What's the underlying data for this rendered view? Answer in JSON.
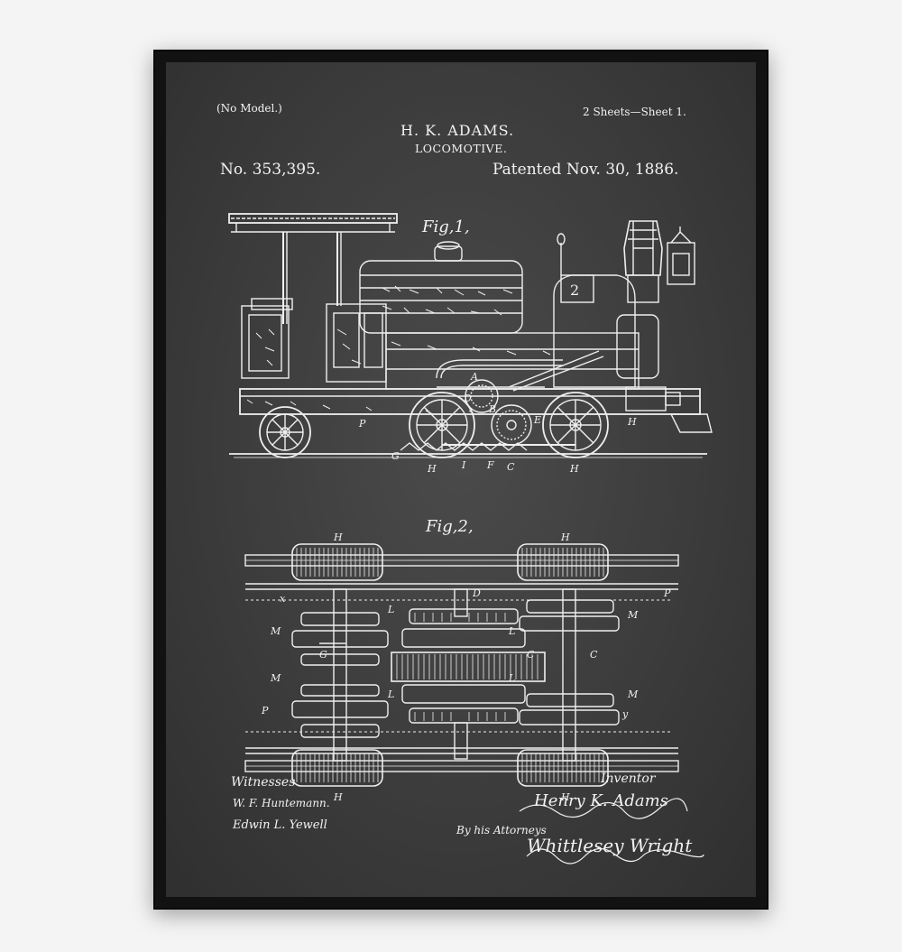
{
  "header": {
    "model": "(No Model.)",
    "sheets": "2 Sheets—Sheet 1.",
    "inventor_name": "H. K. ADAMS.",
    "title": "LOCOMOTIVE.",
    "patent_number": "No. 353,395.",
    "patent_date": "Patented Nov. 30, 1886."
  },
  "figures": {
    "fig1_label": "Fig,1,",
    "fig2_label": "Fig,2,",
    "engine_number": "2"
  },
  "fig1_letters": [
    "A",
    "D",
    "B",
    "E",
    "G",
    "H",
    "I",
    "F",
    "C",
    "H",
    "P",
    "H"
  ],
  "fig2_letters": [
    "H",
    "H",
    "D",
    "P",
    "x",
    "L",
    "M",
    "M",
    "L",
    "G",
    "C",
    "C",
    "M",
    "L",
    "M",
    "L",
    "P",
    "y",
    "H",
    "H"
  ],
  "footer": {
    "witnesses_label": "Witnesses",
    "witness_1": "W. F. Huntemann.",
    "witness_2": "Edwin L. Yewell",
    "inventor_label": "Inventor",
    "inventor_signature": "Henry K. Adams",
    "attorneys_label": "By his Attorneys",
    "attorney_signature": "Whittlesey Wright"
  },
  "colors": {
    "frame": "#121212",
    "chalkboard": "#3c3c3c",
    "ink": "#f2f2f2",
    "wall": "#f4f4f4"
  }
}
